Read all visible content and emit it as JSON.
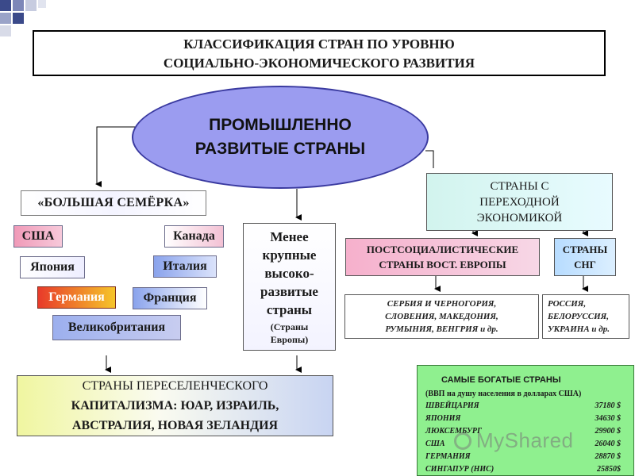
{
  "title": {
    "line1": "КЛАССИФИКАЦИЯ СТРАН ПО УРОВНЮ",
    "line2": "СОЦИАЛЬНО-ЭКОНОМИЧЕСКОГО РАЗВИТИЯ"
  },
  "developed": {
    "line1": "ПРОМЫШЛЕННО",
    "line2": "РАЗВИТЫЕ СТРАНЫ"
  },
  "big_seven": {
    "label": "«БОЛЬШАЯ СЕМЁРКА»",
    "countries": {
      "usa": "США",
      "canada": "Канада",
      "japan": "Япония",
      "italy": "Италия",
      "germany": "Германия",
      "france": "Франция",
      "uk": "Великобритания"
    }
  },
  "smaller": {
    "lines": [
      "Менее",
      "крупные",
      "высоко-",
      "развитые",
      "страны"
    ],
    "sub1": "(Страны",
    "sub2": "Европы)"
  },
  "transition": {
    "line1": "СТРАНЫ С",
    "line2": "ПЕРЕХОДНОЙ",
    "line3": "ЭКОНОМИКОЙ"
  },
  "postsocialist": {
    "line1": "ПОСТСОЦИАЛИСТИЧЕСКИЕ",
    "line2": "СТРАНЫ ВОСТ. ЕВРОПЫ"
  },
  "cis": {
    "line1": "СТРАНЫ",
    "line2": "СНГ"
  },
  "east_europe_list": {
    "line1": "СЕРБИЯ И ЧЕРНОГОРИЯ,",
    "line2": "СЛОВЕНИЯ, МАКЕДОНИЯ,",
    "line3": "РУМЫНИЯ, ВЕНГРИЯ и др."
  },
  "cis_list": {
    "line1": "РОССИЯ,",
    "line2": "БЕЛОРУССИЯ,",
    "line3": "УКРАИНА и др."
  },
  "settlers": {
    "line1": "СТРАНЫ ПЕРЕСЕЛЕНЧЕСКОГО",
    "line2": "КАПИТАЛИЗМА: ЮАР, ИЗРАИЛЬ,",
    "line3": "АВСТРАЛИЯ, НОВАЯ ЗЕЛАНДИЯ"
  },
  "richest": {
    "heading": "САМЫЕ БОГАТЫЕ СТРАНЫ",
    "subheading": "(ВВП на душу населения в долларах США)",
    "rows": [
      {
        "country": "ШВЕЙЦАРИЯ",
        "value": "37180 $"
      },
      {
        "country": "ЯПОНИЯ",
        "value": "34630 $"
      },
      {
        "country": "ЛЮКСЕМБУРГ",
        "value": "29900 $"
      },
      {
        "country": "США",
        "value": "26040 $"
      },
      {
        "country": "ГЕРМАНИЯ",
        "value": "28870 $"
      },
      {
        "country": "СИНГАПУР (НИС)",
        "value": "25850$"
      }
    ]
  },
  "watermark": "MyShared",
  "colors": {
    "ellipse": "#9b9cf0",
    "transition": "#d2f4ee",
    "postsocialist": "#f6b0cc",
    "cis": "#b7dcff",
    "richest": "#8ff08f"
  }
}
